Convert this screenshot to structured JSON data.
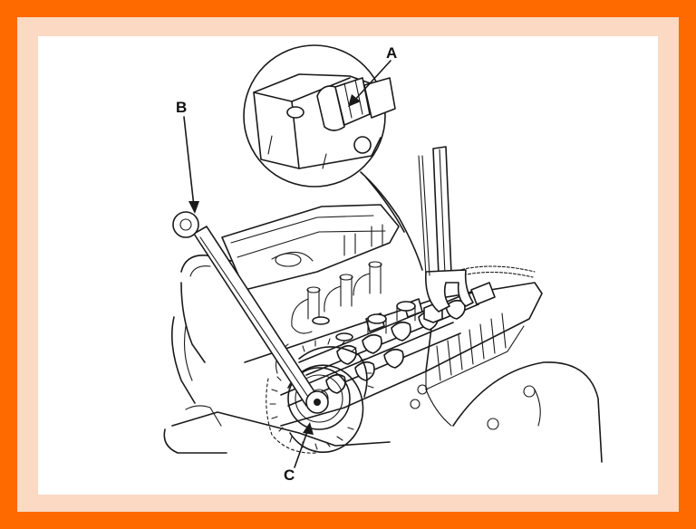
{
  "figure": {
    "colors": {
      "frame": "#ff6a00",
      "mat": "#fbd9c2",
      "panel": "#ffffff",
      "ink": "#1a1a1a"
    },
    "callouts": [
      {
        "id": "A",
        "label": "A"
      },
      {
        "id": "B",
        "label": "B"
      },
      {
        "id": "C",
        "label": "C"
      }
    ]
  }
}
